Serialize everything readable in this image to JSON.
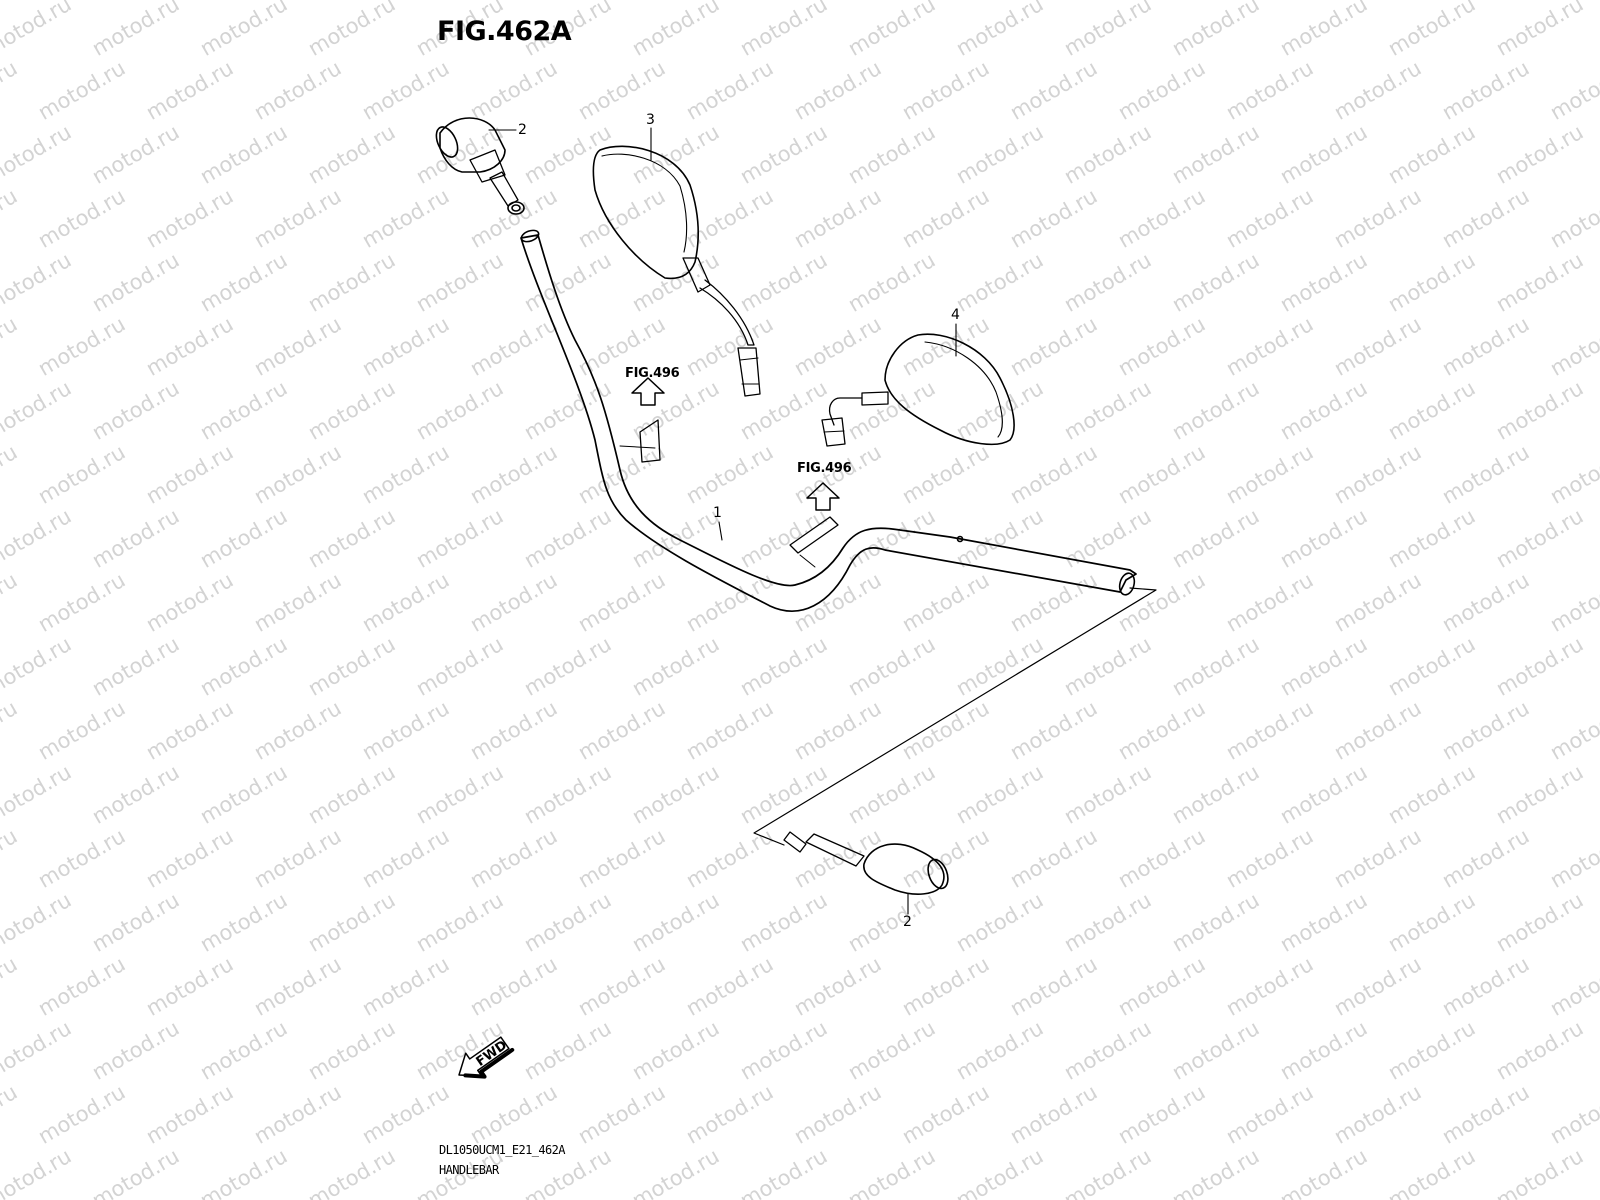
{
  "figure": {
    "title": "FIG.462A",
    "code": "DL1050UCM1_E21_462A",
    "name": "HANDLEBAR"
  },
  "watermark": "motod.ru",
  "callouts": {
    "handlebar": "1",
    "end_weight_left": "2",
    "end_weight_right": "2",
    "mirror_left": "3",
    "mirror_right": "4"
  },
  "references": {
    "left": "FIG.496",
    "right": "FIG.496"
  },
  "fwd_label": "FWD",
  "colors": {
    "line": "#000000",
    "watermark": "#c9c9c9",
    "background": "#ffffff"
  }
}
